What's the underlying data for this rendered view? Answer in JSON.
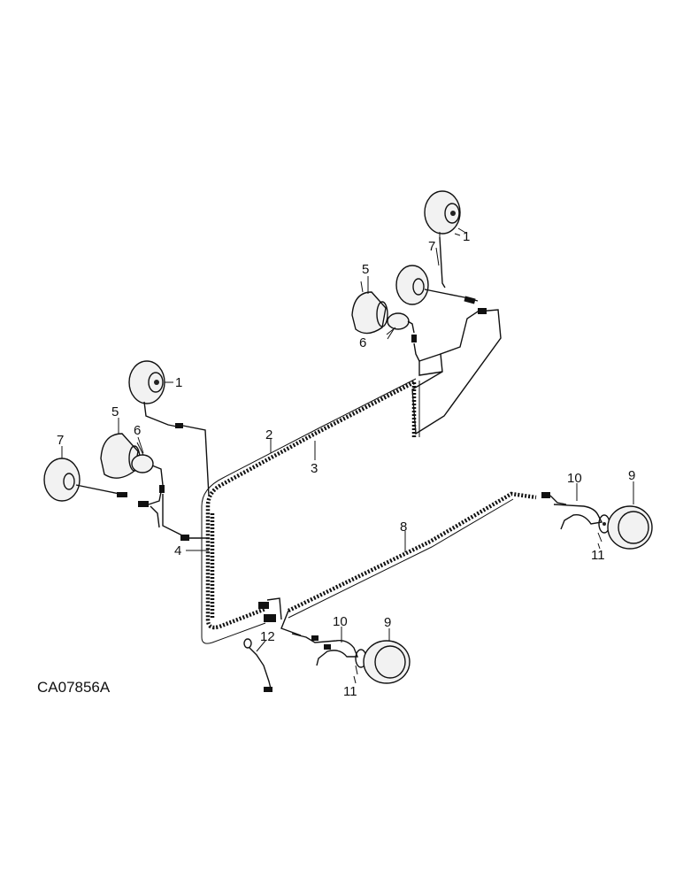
{
  "drawing_id": "CA07856A",
  "callouts": {
    "c1_right": "1",
    "c1_left": "1",
    "c2": "2",
    "c3": "3",
    "c4": "4",
    "c5_right": "5",
    "c5_left": "5",
    "c6_right": "6",
    "c6_left": "6",
    "c7_right": "7",
    "c7_left": "7",
    "c8": "8",
    "c9_right": "9",
    "c9_left": "9",
    "c10_right": "10",
    "c10_left": "10",
    "c11_right": "11",
    "c11_left": "11",
    "c12": "12"
  }
}
